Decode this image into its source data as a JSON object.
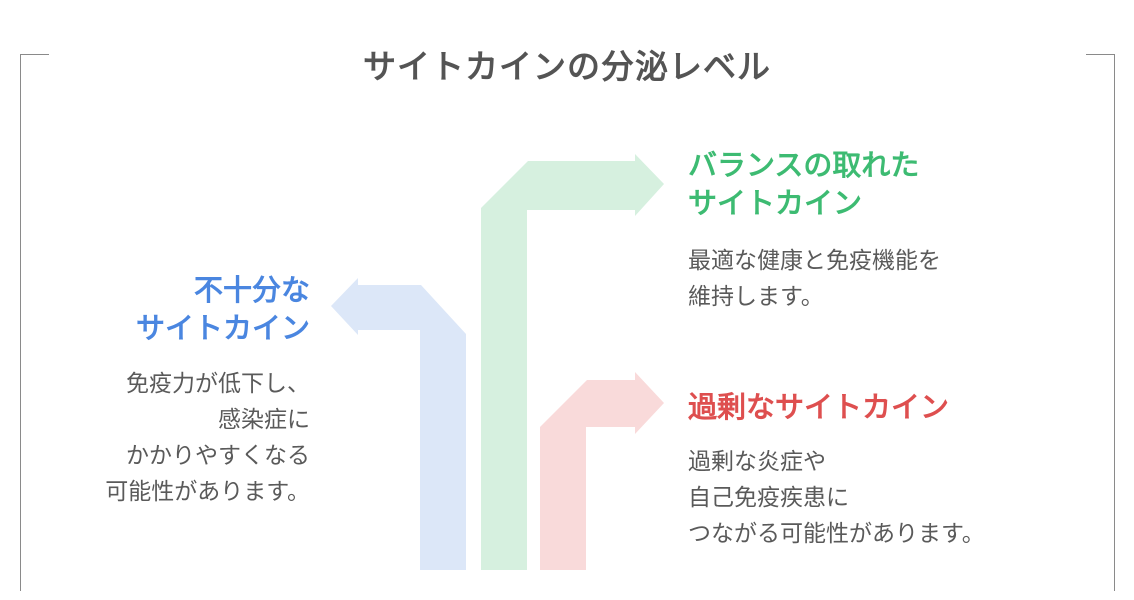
{
  "title": "サイトカインの分泌レベル",
  "colors": {
    "low": "#4a86e0",
    "balanced": "#3dbb72",
    "excess": "#de4f4f",
    "low_arrow": "#dce7f8",
    "balanced_arrow": "#d6f0df",
    "excess_arrow": "#f9dada",
    "title": "#545454",
    "text": "#5a5a5a"
  },
  "levels": {
    "low": {
      "heading": "不十分な\nサイトカイン",
      "description": "免疫力が低下し、\n感染症に\nかかりやすくなる\n可能性があります。",
      "direction": "left"
    },
    "balanced": {
      "heading": "バランスの取れた\nサイトカイン",
      "description": "最適な健康と免疫機能を\n維持します。",
      "direction": "right"
    },
    "excess": {
      "heading": "過剰なサイトカイン",
      "description": "過剰な炎症や\n自己免疫疾患に\nつながる可能性があります。",
      "direction": "right"
    }
  }
}
